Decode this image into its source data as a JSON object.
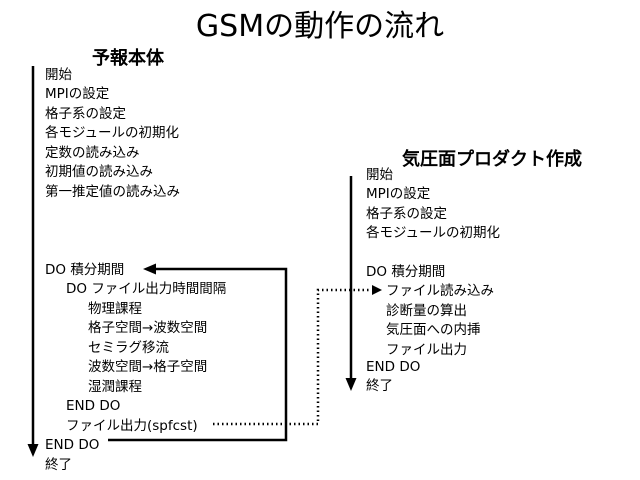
{
  "title": "GSMの動作の流れ",
  "forecast": {
    "header": "予報本体",
    "lines": [
      "開始",
      "MPIの設定",
      "格子系の設定",
      "各モジュールの初期化",
      "定数の読み込み",
      "初期値の読み込み",
      "第一推定値の読み込み",
      "DO 積分期間",
      "DO ファイル出力時間間隔",
      "物理課程",
      "格子空間→波数空間",
      "セミラグ移流",
      "波数空間→格子空間",
      "湿潤課程",
      "END DO",
      "ファイル出力(spfcst)",
      "END DO",
      "終了"
    ]
  },
  "pressure_product": {
    "header": "気圧面プロダクト作成",
    "lines": [
      "開始",
      "MPIの設定",
      "格子系の設定",
      "各モジュールの初期化",
      "DO 積分期間",
      "ファイル読み込み",
      "診断量の算出",
      "気圧面への内挿",
      "ファイル出力",
      "END DO",
      "終了"
    ]
  }
}
